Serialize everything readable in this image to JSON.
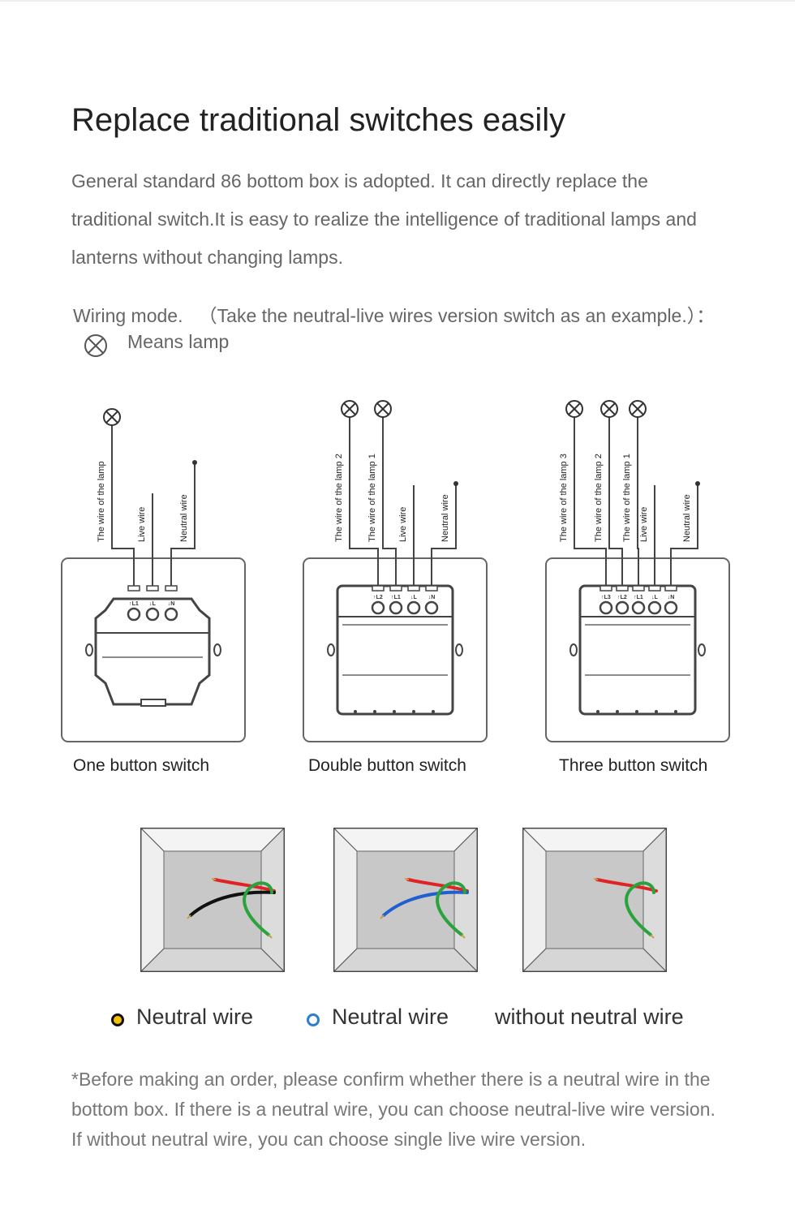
{
  "title": "Replace traditional switches easily",
  "intro": "General standard 86 bottom box is adopted. It can directly replace the traditional switch.It is easy to realize the intelligence of traditional lamps and lanterns without changing lamps.",
  "wiring_mode": "Wiring mode.   （Take the neutral-live wires version switch as an example.）：",
  "legend": {
    "icon": "lamp-icon",
    "text": "Means lamp"
  },
  "switches": [
    {
      "label": "One button switch",
      "wires": [
        "The wire of the lamp",
        "Live wire",
        "Neutral wire"
      ],
      "terminals": [
        "↑L1",
        "↓L",
        "↓N"
      ]
    },
    {
      "label": "Double button switch",
      "wires": [
        "The wire of the lamp 2",
        "The wire of the lamp 1",
        "Live wire",
        "Neutral wire"
      ],
      "terminals": [
        "↑L2",
        "↑L1",
        "↓L",
        "↓N"
      ]
    },
    {
      "label": "Three button switch",
      "wires": [
        "The wire of the lamp 3",
        "The wire of the lamp 2",
        "The wire of the lamp 1",
        "Live wire",
        "Neutral wire"
      ],
      "terminals": [
        "↑L3",
        "↑L2",
        "↑L1",
        "↓L",
        "↓N"
      ]
    }
  ],
  "boxes": [
    {
      "label": "Neutral wire",
      "neutral_color": "#111111"
    },
    {
      "label": "Neutral wire",
      "neutral_color": "#1f5fcf"
    },
    {
      "label": "without neutral wire",
      "neutral_color": ""
    }
  ],
  "colors": {
    "live": "#e02424",
    "earth": "#2aa33c"
  },
  "note": "*Before making an order, please confirm whether there is a neutral wire in the bottom box. If there is a neutral wire, you can choose neutral-live wire version. If without neutral wire, you can choose single live wire version."
}
